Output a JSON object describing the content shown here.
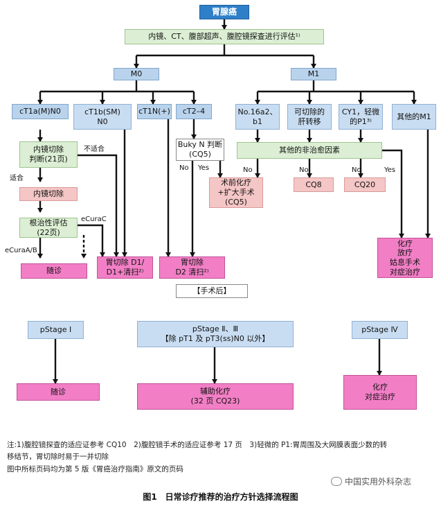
{
  "nodes": {
    "root": "胃腺癌",
    "eval": "内镜、CT、腹部超声、腹腔镜探查进行评估¹⁾",
    "m0": "M0",
    "m1": "M1",
    "ct1a": "cT1a(M)N0",
    "ct1b": "cT1b(SM)\nN0",
    "ct1n": "cT1N(+)",
    "ct2": "cT2–4",
    "no16": "No.16a2、b1",
    "resectable": "可切除的\n肝转移",
    "cy1": "CY1，轻微\n的P1³⁾",
    "other_m1": "其他的M1",
    "endo_judge": "内镜切除\n判断(21页)",
    "buky": "Buky N 判断\n(CQ5)",
    "other_nc": "其他的非治愈因素",
    "endo_resect": "内镜切除",
    "preop": "术前化疗\n+扩大手术\n(CQ5)",
    "cq8": "CQ8",
    "cq20": "CQ20",
    "radical": "根治性评估\n(22页)",
    "followup": "随诊",
    "gastrectomy_d1": "胃切除 D1/\nD1+清扫²⁾",
    "gastrectomy_d2": "胃切除\nD2 清扫²⁾",
    "chemo_palliative": "化疗\n放疗\n姑息手术\n对症治疗",
    "post_op": "【手术后】",
    "pstage1": "pStage Ⅰ",
    "pstage23": "pStage Ⅱ、Ⅲ\n【除 pT1 及 pT3(ss)N0 以外】",
    "pstage4": "pStage Ⅳ",
    "followup2": "随诊",
    "adjuvant": "辅助化疗\n(32 页 CQ23)",
    "chemo_symptomatic": "化疗\n对症治疗"
  },
  "labels": {
    "unsuitable": "不适合",
    "suitable": "适合",
    "ecura_c": "eCuraC",
    "ecura_ab": "eCuraA/B",
    "no_buky": "No",
    "yes_buky": "Yes",
    "no_1": "No",
    "no_2": "No",
    "no_3": "No",
    "yes_other": "Yes"
  },
  "notes": {
    "line1": "注:1)腹腔镜探查的适应证参考 CQ10　2)腹腔镜手术的适应证参考 17 页　3)轻微的 P1:胃周围及大网膜表面少数的转",
    "line2": "移结节，胃切除时易于一并切除",
    "line3": "图中所标页码均为第 5 版《胃癌治疗指南》原文的页码"
  },
  "caption": "图1　日常诊疗推荐的治疗方针选择流程图",
  "watermark": "中国实用外科杂志"
}
